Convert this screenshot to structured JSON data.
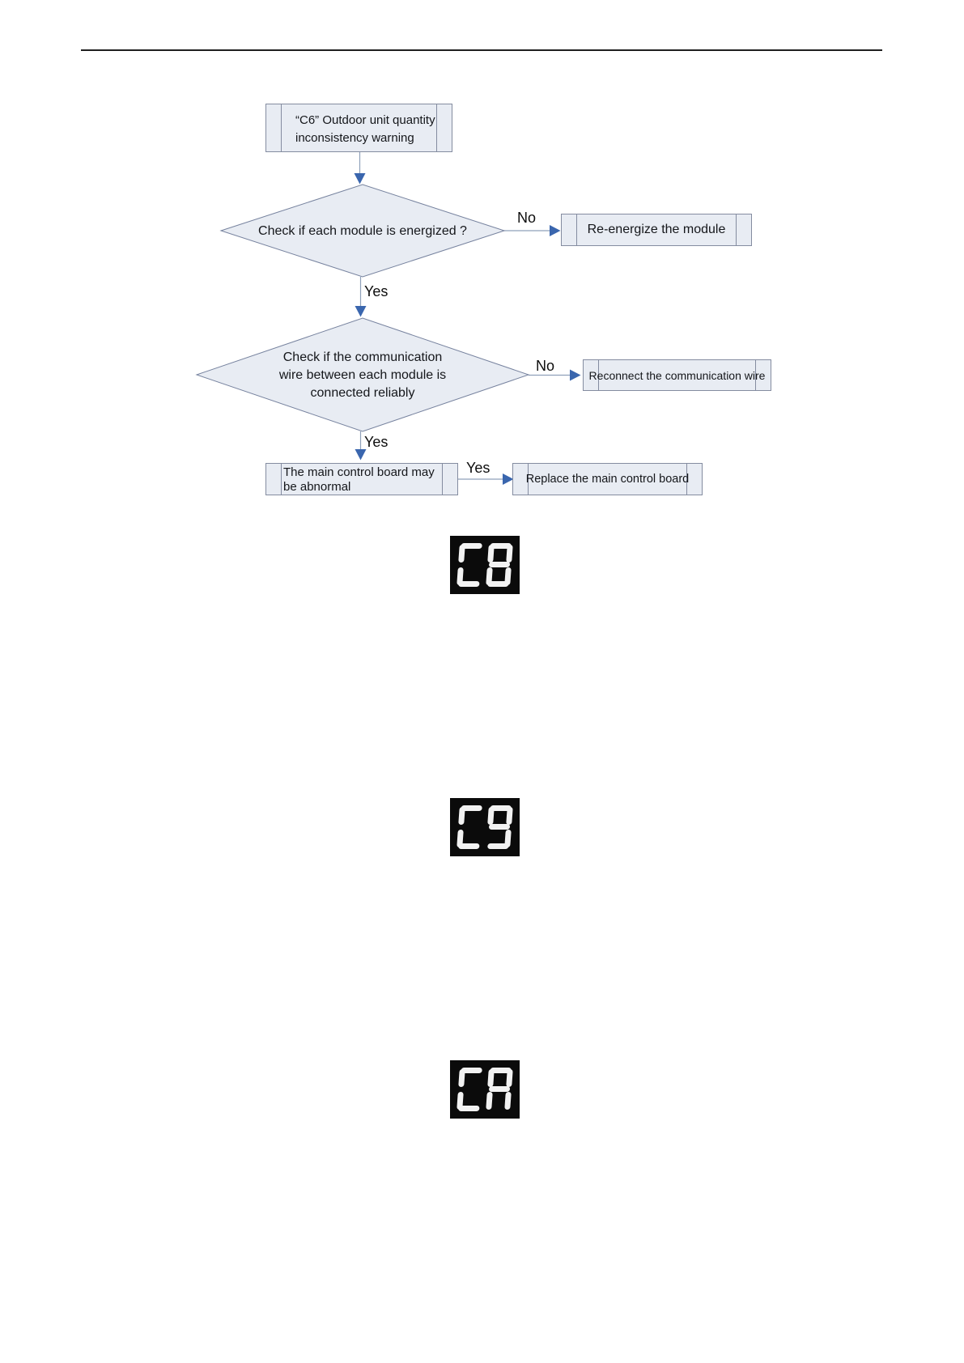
{
  "flowchart": {
    "start": {
      "line1": "“C6” Outdoor unit quantity",
      "line2": "inconsistency warning"
    },
    "decision1": {
      "text": "Check if each module is energized ?"
    },
    "remedy1": {
      "text": "Re-energize the module"
    },
    "decision2": {
      "line1": "Check if the communication",
      "line2": "wire between each module is",
      "line3": "connected reliably"
    },
    "remedy2": {
      "text": "Reconnect the communication wire"
    },
    "conclusion": {
      "line1": "The main control board may",
      "line2": "be abnormal"
    },
    "remedy3": {
      "text": "Replace the main control board"
    },
    "edge_labels": {
      "no1": "No",
      "yes1": "Yes",
      "no2": "No",
      "yes2": "Yes",
      "yes3": "Yes"
    }
  },
  "error_displays": [
    {
      "code": "C8",
      "digit_segments": [
        [
          "a",
          "d",
          "e",
          "f"
        ],
        [
          "a",
          "b",
          "c",
          "d",
          "e",
          "f",
          "g"
        ]
      ]
    },
    {
      "code": "C9",
      "digit_segments": [
        [
          "a",
          "d",
          "e",
          "f"
        ],
        [
          "a",
          "b",
          "c",
          "d",
          "f",
          "g"
        ]
      ]
    },
    {
      "code": "CA",
      "digit_segments": [
        [
          "a",
          "d",
          "e",
          "f"
        ],
        [
          "a",
          "b",
          "c",
          "e",
          "f",
          "g"
        ]
      ]
    }
  ],
  "colors": {
    "shape_fill": "#e8ecf3",
    "shape_border": "#848ca0",
    "diamond_border": "#76829e",
    "arrow_line": "#8fa0ba",
    "arrow_head": "#3a66ae",
    "display_bg": "#0b0b0b",
    "segment": "#f2f2f2",
    "rule": "#1f1f1f"
  }
}
